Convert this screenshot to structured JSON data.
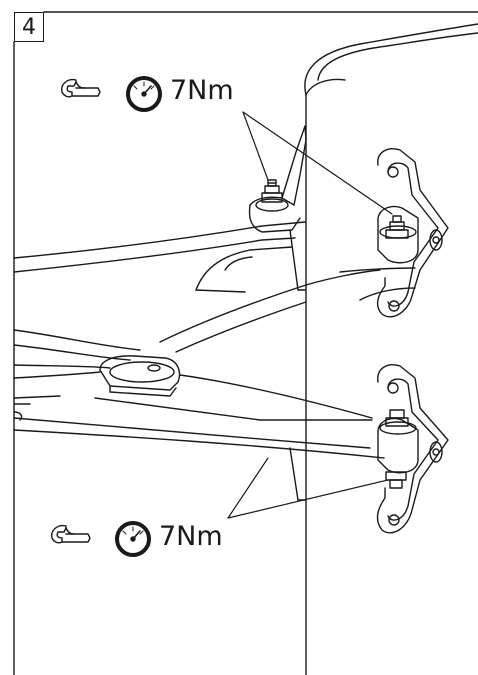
{
  "step": {
    "number": "4"
  },
  "torque_top": {
    "label": "7Nm",
    "icons": [
      "wrench-icon",
      "torque-gauge-icon"
    ]
  },
  "torque_bottom": {
    "label": "7Nm",
    "icons": [
      "wrench-icon",
      "torque-gauge-icon"
    ]
  },
  "colors": {
    "line": "#1a1a1a",
    "background": "#ffffff"
  }
}
